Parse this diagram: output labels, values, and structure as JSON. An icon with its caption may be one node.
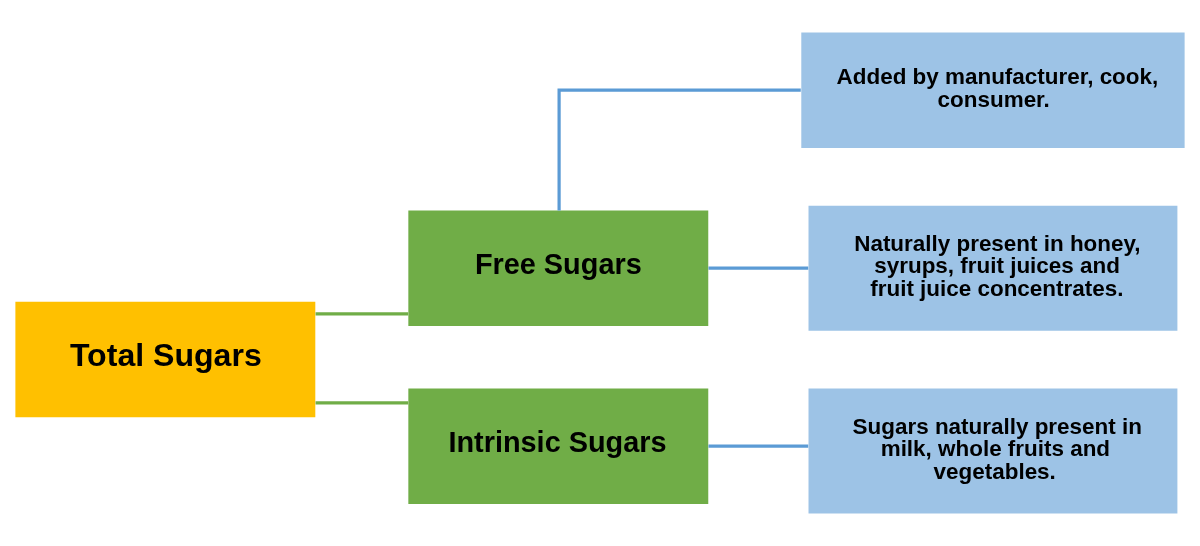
{
  "diagram": {
    "nodes": [
      {
        "text": [
          "Total Sugars"
        ]
      },
      {
        "text": [
          "Free Sugars"
        ]
      },
      {
        "text": [
          "Intrinsic Sugars"
        ]
      },
      {
        "text": [
          "Added by manufacturer, cook, consumer."
        ]
      },
      {
        "text": [
          "Naturally present in honey, syrups, fruit juices and fruit juice concentrates."
        ]
      },
      {
        "text": [
          "Sugars naturally present in milk, whole fruits and vegetables."
        ]
      }
    ],
    "edges": [
      {
        "from": 0,
        "to": 1,
        "arrow": "none",
        "color": "#70ad47"
      },
      {
        "from": 0,
        "to": 2,
        "arrow": "none",
        "color": "#70ad47"
      },
      {
        "from": 1,
        "to": 3,
        "arrow": "none"
      },
      {
        "from": 1,
        "to": 4,
        "arrow": "none"
      },
      {
        "from": 2,
        "to": 5,
        "arrow": "none"
      }
    ]
  }
}
